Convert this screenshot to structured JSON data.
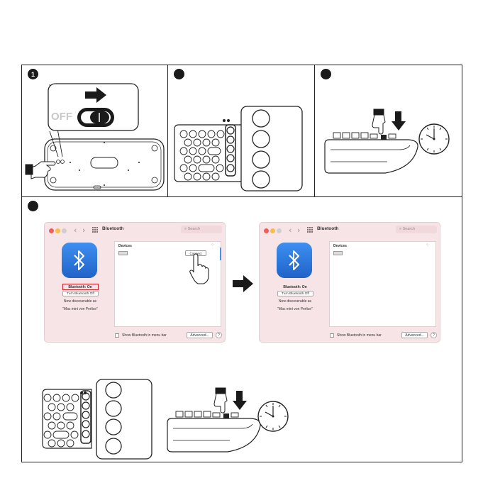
{
  "steps": {
    "step1": "1",
    "step2": "",
    "step3": "",
    "step4": ""
  },
  "switch": {
    "off_label": "OFF"
  },
  "bluetooth_window_left": {
    "title": "Bluetooth",
    "search_placeholder": "Search",
    "nav_back": "‹",
    "nav_forward": "›",
    "status": "Bluetooth: On",
    "toggle_button": "Turn Bluetooth Off",
    "discoverable": "Now discoverable as",
    "device_name": "\"Mac mini von Perlice\"",
    "devices_header": "Devices",
    "connect_button": "Connect",
    "show_in_menu_bar": "Show Bluetooth in menu bar",
    "advanced_button": "Advanced...",
    "help_button": "?"
  },
  "bluetooth_window_right": {
    "title": "Bluetooth",
    "search_placeholder": "Search",
    "nav_back": "‹",
    "nav_forward": "›",
    "status": "Bluetooth: On",
    "toggle_button": "Turn Bluetooth Off",
    "discoverable": "Now discoverable as",
    "device_name": "\"Mac mini von Perlice\"",
    "devices_header": "Devices",
    "show_in_menu_bar": "Show Bluetooth in menu bar",
    "advanced_button": "Advanced...",
    "help_button": "?"
  },
  "colors": {
    "window_bg": "#f6e4e6",
    "bluetooth_blue": "#2f7be0",
    "highlight_red": "#d0202a",
    "traffic_red": "#ee5f5b",
    "traffic_yellow": "#f5be4f",
    "traffic_green": "#cfcfcf"
  },
  "icons": [
    "right-arrow-icon",
    "down-arrow-icon",
    "hand-pointer-icon",
    "clock-icon",
    "bluetooth-icon",
    "grid-icon"
  ]
}
